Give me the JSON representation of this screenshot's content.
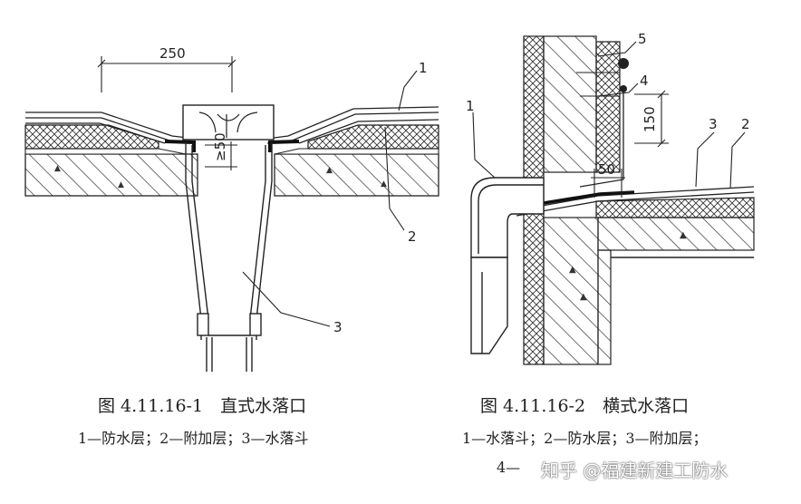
{
  "figure1": {
    "dimension": "250",
    "dimension_min": "≥50",
    "callouts": [
      "1",
      "2",
      "3"
    ],
    "title": "图 4.11.16-1　直式水落口",
    "legend": "1—防水层；2—附加层；3—水落斗"
  },
  "figure2": {
    "dimension_150": "150",
    "dimension_50": "50",
    "callouts": [
      "1",
      "2",
      "3",
      "4",
      "5"
    ],
    "title": "图 4.11.16-2　横式水落口",
    "legend": "1—水落斗；2—防水层；3—附加层；",
    "legend_line2": "4—"
  },
  "watermark": "知乎 @福建新建工防水"
}
